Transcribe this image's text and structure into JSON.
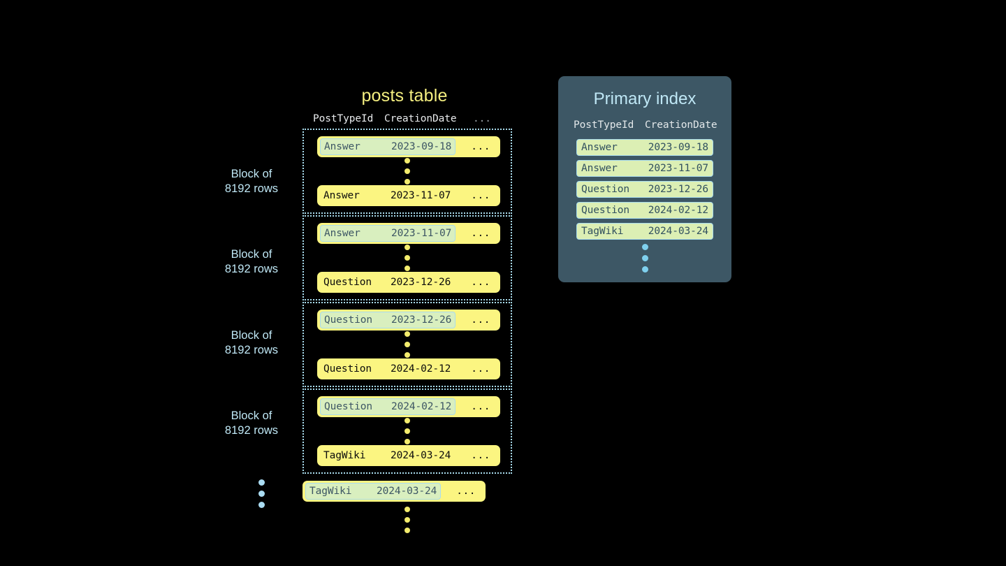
{
  "canvas": {
    "background": "#000000",
    "accent_yellow": "#fbf581",
    "accent_blue": "#bfe7f5",
    "highlight_green": "#d9efbf",
    "panel_slate": "#3d5765"
  },
  "posts_table": {
    "title": "posts table",
    "columns": [
      "PostTypeId",
      "CreationDate",
      "..."
    ],
    "ellipsis": "...",
    "blocks": [
      {
        "label_line1": "Block of",
        "label_line2": "8192 rows",
        "first_row": {
          "post_type_id": "Answer",
          "creation_date": "2023-09-18",
          "more": "...",
          "highlighted": true
        },
        "last_row": {
          "post_type_id": "Answer",
          "creation_date": "2023-11-07",
          "more": "...",
          "highlighted": false
        }
      },
      {
        "label_line1": "Block of",
        "label_line2": "8192 rows",
        "first_row": {
          "post_type_id": "Answer",
          "creation_date": "2023-11-07",
          "more": "...",
          "highlighted": true
        },
        "last_row": {
          "post_type_id": "Question",
          "creation_date": "2023-12-26",
          "more": "...",
          "highlighted": false
        }
      },
      {
        "label_line1": "Block of",
        "label_line2": "8192 rows",
        "first_row": {
          "post_type_id": "Question",
          "creation_date": "2023-12-26",
          "more": "...",
          "highlighted": true
        },
        "last_row": {
          "post_type_id": "Question",
          "creation_date": "2024-02-12",
          "more": "...",
          "highlighted": false
        }
      },
      {
        "label_line1": "Block of",
        "label_line2": "8192 rows",
        "first_row": {
          "post_type_id": "Question",
          "creation_date": "2024-02-12",
          "more": "...",
          "highlighted": true
        },
        "last_row": {
          "post_type_id": "TagWiki",
          "creation_date": "2024-03-24",
          "more": "...",
          "highlighted": false
        }
      }
    ],
    "trailing_row": {
      "post_type_id": "TagWiki",
      "creation_date": "2024-03-24",
      "more": "...",
      "highlighted": true
    }
  },
  "primary_index": {
    "title": "Primary index",
    "columns": [
      "PostTypeId",
      "CreationDate"
    ],
    "rows": [
      {
        "post_type_id": "Answer",
        "creation_date": "2023-09-18"
      },
      {
        "post_type_id": "Answer",
        "creation_date": "2023-11-07"
      },
      {
        "post_type_id": "Question",
        "creation_date": "2023-12-26"
      },
      {
        "post_type_id": "Question",
        "creation_date": "2024-02-12"
      },
      {
        "post_type_id": "TagWiki",
        "creation_date": "2024-03-24"
      }
    ]
  }
}
